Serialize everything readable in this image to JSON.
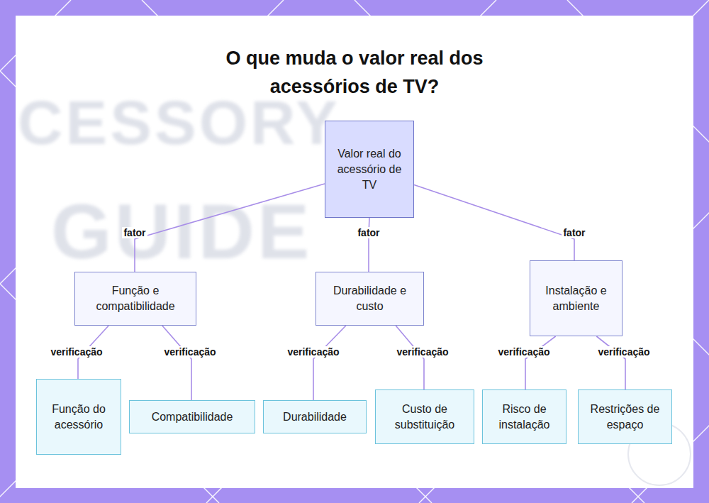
{
  "diagram": {
    "title": "O que muda o valor real dos acessórios de TV?",
    "nodes": [
      {
        "text": [
          "Valor real do acessório de TV"
        ]
      },
      {
        "text": [
          "Função e compatibilidade"
        ]
      },
      {
        "text": [
          "Durabilidade e custo"
        ]
      },
      {
        "text": [
          "Instalação e ambiente"
        ]
      },
      {
        "text": [
          "Função do acessório"
        ]
      },
      {
        "text": [
          "Compatibilidade"
        ]
      },
      {
        "text": [
          "Durabilidade"
        ]
      },
      {
        "text": [
          "Custo de substituição"
        ]
      },
      {
        "text": [
          "Risco de instalação"
        ]
      },
      {
        "text": [
          "Restrições de espaço"
        ]
      }
    ],
    "edges": [
      {
        "from": 0,
        "to": 1,
        "arrow": "none",
        "label": "fator"
      },
      {
        "from": 0,
        "to": 2,
        "arrow": "none",
        "label": "fator"
      },
      {
        "from": 0,
        "to": 3,
        "arrow": "none",
        "label": "fator"
      },
      {
        "from": 1,
        "to": 4,
        "arrow": "none",
        "label": "verificação"
      },
      {
        "from": 1,
        "to": 5,
        "arrow": "none",
        "label": "verificação"
      },
      {
        "from": 2,
        "to": 6,
        "arrow": "none",
        "label": "verificação"
      },
      {
        "from": 2,
        "to": 7,
        "arrow": "none",
        "label": "verificação"
      },
      {
        "from": 3,
        "to": 8,
        "arrow": "none",
        "label": "verificação"
      },
      {
        "from": 3,
        "to": 9,
        "arrow": "none",
        "label": "verificação"
      }
    ],
    "labels": [
      "CESSORY",
      "GUIDE"
    ]
  }
}
